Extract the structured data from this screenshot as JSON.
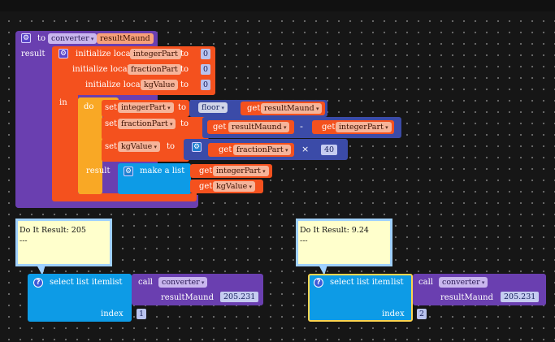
{
  "procedure": {
    "keyword": "to",
    "name": "converter",
    "param": "resultMaund",
    "result_label": "result"
  },
  "locals": {
    "label": "initialize local",
    "to": "to",
    "vars": [
      {
        "name": "integerPart",
        "init": "0"
      },
      {
        "name": "fractionPart",
        "init": "0"
      },
      {
        "name": "kgValue",
        "init": "0"
      }
    ],
    "in_label": "in"
  },
  "do_block": {
    "do_label": "do",
    "set_label": "set",
    "to_label": "to",
    "get_label": "get",
    "set1": {
      "var": "integerPart",
      "func": "floor",
      "arg": "resultMaund"
    },
    "set2": {
      "var": "fractionPart",
      "left": "resultMaund",
      "op": "-",
      "right": "integerPart"
    },
    "set3": {
      "var": "kgValue",
      "left": "fractionPart",
      "op": "×",
      "right": "40"
    },
    "result_label": "result",
    "make_list_label": "make a list",
    "list_items": [
      "integerPart",
      "kgValue"
    ]
  },
  "doit_blocks": [
    {
      "bubble_text": "Do It Result: 205\n---",
      "select_label": "select list item",
      "list_label": "list",
      "call_label": "call",
      "call_name": "converter",
      "arg_label": "resultMaund",
      "arg_value": "205.231",
      "index_label": "index",
      "index_value": "1"
    },
    {
      "bubble_text": "Do It Result: 9.24\n---",
      "select_label": "select list item",
      "list_label": "list",
      "call_label": "call",
      "call_name": "converter",
      "arg_label": "resultMaund",
      "arg_value": "205.231",
      "index_label": "index",
      "index_value": "2"
    }
  ],
  "colors": {
    "procedure": "#6a3fb0",
    "variables": "#f4511e",
    "control": "#f9a825",
    "lists": "#0d9be6",
    "math": "#3b4ba8",
    "bubble": "#ffffcc",
    "workspace": "#161616"
  },
  "icons": {
    "mutator": "gear-icon",
    "help": "question-icon"
  }
}
